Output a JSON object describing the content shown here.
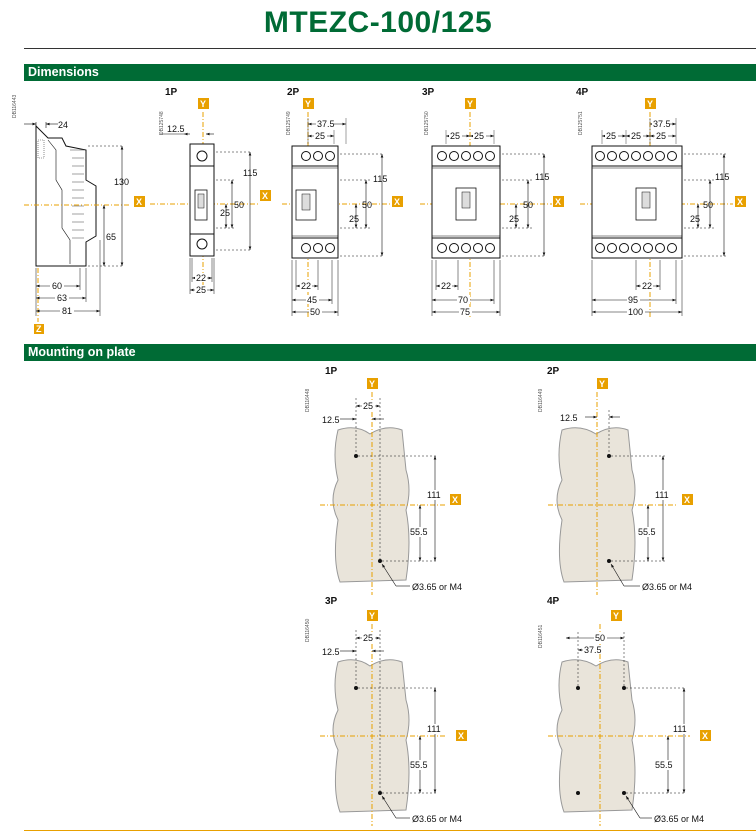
{
  "page": {
    "title": "MTEZC-100/125",
    "section_dimensions": "Dimensions",
    "section_mounting": "Mounting on plate"
  },
  "axes": {
    "x": "X",
    "y": "Y",
    "z": "Z"
  },
  "colors": {
    "brand_green": "#006b35",
    "axis_orange": "#e8a000",
    "plate_fill": "#e9e4da"
  },
  "dimensions": {
    "side": {
      "code": "DB116443",
      "d_top": "24",
      "d_height": "130",
      "d_lower": "65",
      "d_60": "60",
      "d_63": "63",
      "d_81": "81"
    },
    "p1": {
      "label": "1P",
      "code": "DB125748",
      "d_125": "12.5",
      "d_115": "115",
      "d_50": "50",
      "d_25": "25",
      "d_22": "22",
      "d_25b": "25"
    },
    "p2": {
      "label": "2P",
      "code": "DB125749",
      "d_375": "37.5",
      "d_25": "25",
      "d_115": "115",
      "d_50": "50",
      "d_25v": "25",
      "d_22": "22",
      "d_45": "45",
      "d_50w": "50"
    },
    "p3": {
      "label": "3P",
      "code": "DB125750",
      "d_25a": "25",
      "d_25b": "25",
      "d_115": "115",
      "d_50": "50",
      "d_25v": "25",
      "d_22": "22",
      "d_70": "70",
      "d_75": "75"
    },
    "p4": {
      "label": "4P",
      "code": "DB125751",
      "d_375": "37.5",
      "d_25a": "25",
      "d_25b": "25",
      "d_25c": "25",
      "d_115": "115",
      "d_50": "50",
      "d_25v": "25",
      "d_22": "22",
      "d_95": "95",
      "d_100": "100"
    }
  },
  "mounting": {
    "m1": {
      "label": "1P",
      "code": "DB116448",
      "d_25": "25",
      "d_125": "12.5",
      "d_111": "111",
      "d_555": "55.5",
      "hole": "Ø3.65 or M4"
    },
    "m2": {
      "label": "2P",
      "code": "DB116449",
      "d_125": "12.5",
      "d_111": "111",
      "d_555": "55.5",
      "hole": "Ø3.65 or M4"
    },
    "m3": {
      "label": "3P",
      "code": "DB116450",
      "d_25": "25",
      "d_125": "12.5",
      "d_111": "111",
      "d_555": "55.5",
      "hole": "Ø3.65 or M4"
    },
    "m4": {
      "label": "4P",
      "code": "DB116451",
      "d_50": "50",
      "d_375": "37.5",
      "d_111": "111",
      "d_555": "55.5",
      "hole": "Ø3.65 or M4"
    }
  }
}
